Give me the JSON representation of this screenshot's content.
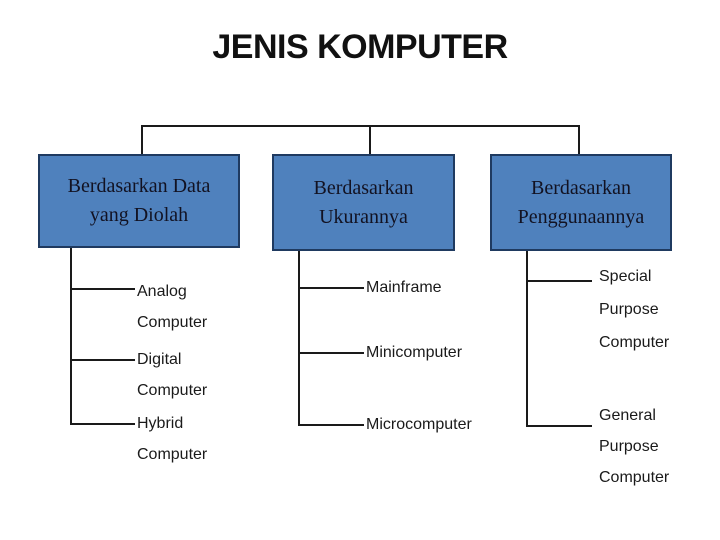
{
  "title": "JENIS KOMPUTER",
  "colors": {
    "background": "#ffffff",
    "box_fill": "#4f81bd",
    "box_border": "#1f3a60",
    "line": "#1a1a1a",
    "text": "#1a1a1a"
  },
  "diagram": {
    "groups": [
      {
        "heading": "Berdasarkan Data\nyang Diolah",
        "items": [
          {
            "label": "Analog\nComputer"
          },
          {
            "label": "Digital\nComputer"
          },
          {
            "label": "Hybrid\nComputer"
          }
        ]
      },
      {
        "heading": "Berdasarkan\nUkurannya",
        "items": [
          {
            "label": "Mainframe"
          },
          {
            "label": "Minicomputer"
          },
          {
            "label": "Microcomputer"
          }
        ]
      },
      {
        "heading": "Berdasarkan\nPenggunaannya",
        "items": [
          {
            "label": "Special\nPurpose\nComputer"
          },
          {
            "label": "General\nPurpose\nComputer"
          }
        ]
      }
    ]
  }
}
